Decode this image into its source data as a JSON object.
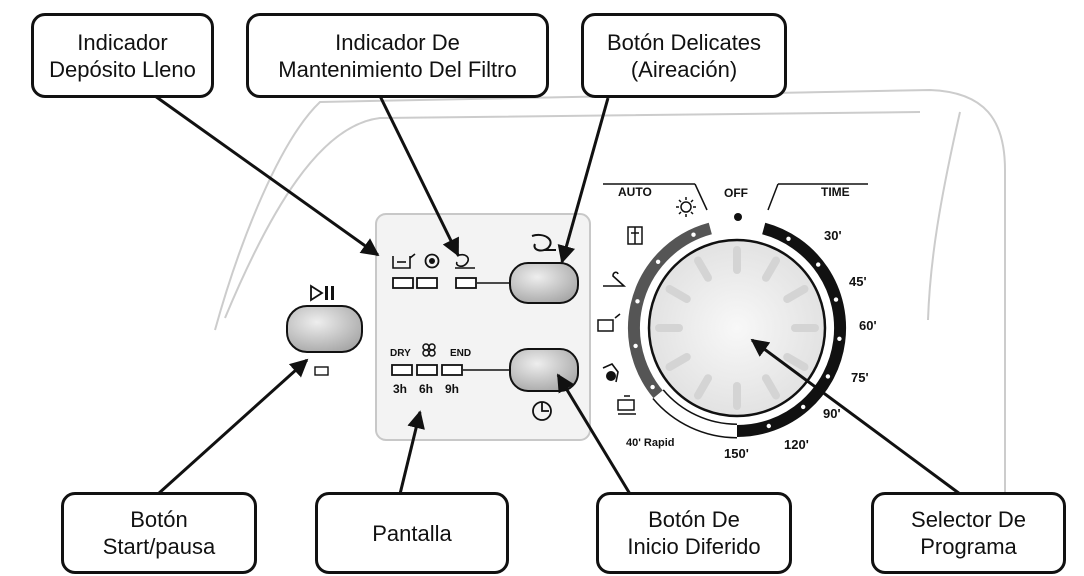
{
  "callouts": {
    "deposito": {
      "line1": "Indicador",
      "line2": "Depósito Lleno"
    },
    "filtro": {
      "line1": "Indicador De",
      "line2": "Mantenimiento Del Filtro"
    },
    "delicates": {
      "line1": "Botón Delicates",
      "line2": "(Aireación)"
    },
    "start": {
      "line1": "Botón",
      "line2": "Start/pausa"
    },
    "pantalla": {
      "line1": "Pantalla"
    },
    "diferido": {
      "line1": "Botón De",
      "line2": "Inicio Diferido"
    },
    "selector": {
      "line1": "Selector De",
      "line2": "Programa"
    }
  },
  "panel": {
    "dry": "DRY",
    "end": "END",
    "delay_3h": "3h",
    "delay_6h": "6h",
    "delay_9h": "9h"
  },
  "dial": {
    "auto": "AUTO",
    "off": "OFF",
    "time": "TIME",
    "t30": "30'",
    "t45": "45'",
    "t60": "60'",
    "t75": "75'",
    "t90": "90'",
    "t120": "120'",
    "t150": "150'",
    "rapid": "40' Rapid"
  },
  "colors": {
    "ink": "#111111",
    "panel": "#f3f3f3",
    "button": "#cfcfcf",
    "knob": "#eeeeee"
  }
}
